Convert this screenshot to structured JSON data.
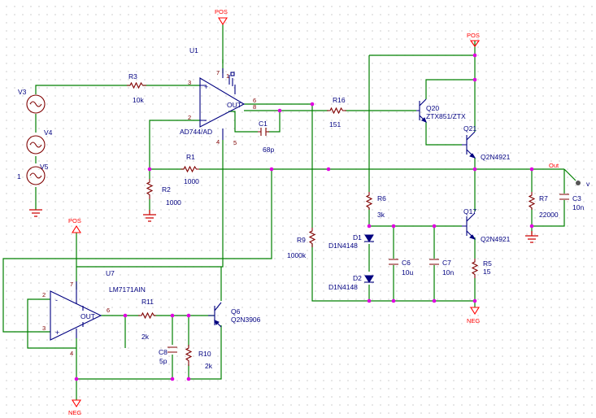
{
  "colors": {
    "wire": "#008000",
    "part": "#800000",
    "label": "#000080",
    "junction": "#e000e0",
    "power": "#ff0000"
  },
  "power": {
    "pos": "POS",
    "neg": "NEG"
  },
  "net_out": "Out",
  "probe": "v",
  "gnd_label": "1",
  "components": {
    "u1": {
      "ref": "U1",
      "model": "AD744/AD"
    },
    "u7": {
      "ref": "U7",
      "model": "LM7171AIN"
    },
    "r1": {
      "ref": "R1",
      "value": "1000"
    },
    "r2": {
      "ref": "R2",
      "value": "1000"
    },
    "r3": {
      "ref": "R3",
      "value": "10k"
    },
    "r5": {
      "ref": "R5",
      "value": "15"
    },
    "r6": {
      "ref": "R6",
      "value": "3k"
    },
    "r7": {
      "ref": "R7",
      "value": "22000"
    },
    "r9": {
      "ref": "R9",
      "value": "1000k"
    },
    "r10": {
      "ref": "R10",
      "value": "2k"
    },
    "r11": {
      "ref": "R11",
      "value": "2k"
    },
    "r16": {
      "ref": "R16",
      "value": "151"
    },
    "c1": {
      "ref": "C1",
      "value": "68p"
    },
    "c3": {
      "ref": "C3",
      "value": "10n"
    },
    "c6": {
      "ref": "C6",
      "value": "10u"
    },
    "c7": {
      "ref": "C7",
      "value": "10n"
    },
    "c8": {
      "ref": "C8",
      "value": "5p"
    },
    "d1": {
      "ref": "D1",
      "model": "D1N4148"
    },
    "d2": {
      "ref": "D2",
      "model": "D1N4148"
    },
    "q6": {
      "ref": "Q6",
      "model": "Q2N3906"
    },
    "q17": {
      "ref": "Q17",
      "model": "Q2N4921"
    },
    "q20": {
      "ref": "Q20",
      "model": "ZTX851/ZTX"
    },
    "q21": {
      "ref": "Q21",
      "model": "Q2N4921"
    },
    "v3": {
      "ref": "V3"
    },
    "v4": {
      "ref": "V4"
    },
    "v5": {
      "ref": "V5"
    }
  },
  "pins": {
    "u1_p3": "3",
    "u1_p2": "2",
    "u1_p7": "7",
    "u1_p4": "4",
    "u1_p5": "5",
    "u1_p6": "6",
    "u1_p8": "8",
    "u1_p1": "1",
    "u7_p2": "2",
    "u7_p3": "3",
    "u7_p7": "7",
    "u7_p4": "4",
    "u7_p6": "6"
  },
  "opamp_text": {
    "plus": "+",
    "minus": "-",
    "out": "OUT"
  }
}
